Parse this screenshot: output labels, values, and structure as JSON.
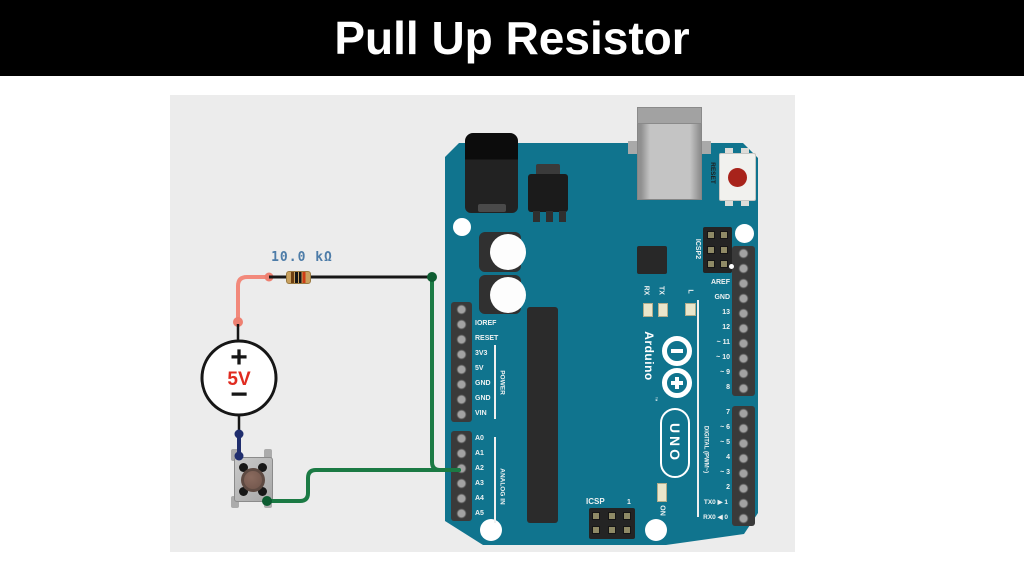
{
  "header": {
    "title": "Pull Up Resistor",
    "bg": "#000000",
    "fg": "#ffffff"
  },
  "canvas": {
    "bg": "#ececec"
  },
  "resistor": {
    "value_label": "10.0 kΩ",
    "label_color": "#4d7ca8",
    "body_color": "#c9a15f"
  },
  "power_supply": {
    "plus": "+",
    "voltage": "5V",
    "minus": "−",
    "voltage_color": "#e02b20"
  },
  "pushbutton": {
    "type": "momentary pushbutton"
  },
  "wires": {
    "positive": "#f2897b",
    "negative": "#202e6e",
    "signal": "#1b7a44",
    "lead": "#161616",
    "junction": "#0d5c31"
  },
  "board": {
    "color": "#10748e",
    "brand": "Arduino",
    "trademark": "™",
    "model": "UNO",
    "reset_button_label": "RESET",
    "icsp2_label": "ICSP2",
    "icsp_label": "ICSP",
    "icsp_pin1": "1",
    "on_label": "ON",
    "tx_label": "TX",
    "rx_label": "RX",
    "l_label": "L",
    "power_group_label": "POWER",
    "analog_group_label": "ANALOG IN",
    "digital_group_label": "DIGITAL (PWM~)",
    "power_pins": [
      "IOREF",
      "RESET",
      "3V3",
      "5V",
      "GND",
      "GND",
      "VIN"
    ],
    "analog_pins": [
      "A0",
      "A1",
      "A2",
      "A3",
      "A4",
      "A5"
    ],
    "digital_pins_top": [
      "AREF",
      "GND",
      "13",
      "12",
      "~ 11",
      "~ 10",
      "~ 9",
      "8"
    ],
    "digital_pins_bottom": [
      "7",
      "~ 6",
      "~ 5",
      "4",
      "~ 3",
      "2",
      "TX0 ▶ 1",
      "RX0 ◀ 0"
    ]
  }
}
